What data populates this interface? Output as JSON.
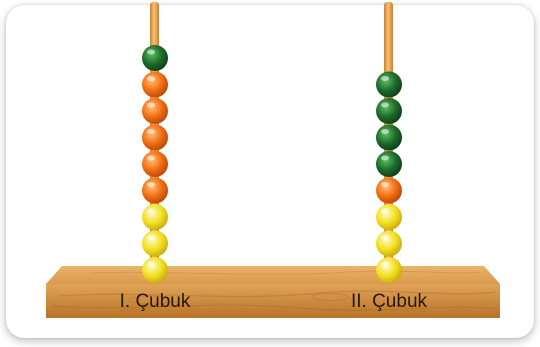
{
  "rods": [
    {
      "label": "I. Çubuk",
      "beads_top_to_bottom": [
        "green",
        "orange",
        "orange",
        "orange",
        "orange",
        "orange",
        "yellow",
        "yellow",
        "yellow"
      ]
    },
    {
      "label": "II. Çubuk",
      "beads_top_to_bottom": [
        "green",
        "green",
        "green",
        "green",
        "orange",
        "yellow",
        "yellow",
        "yellow"
      ]
    }
  ],
  "colors": {
    "green": "#1d6b2a",
    "orange": "#f26f12",
    "yellow": "#f2e01f",
    "rod": "#e8a64f",
    "wood": "#d99a4c"
  }
}
